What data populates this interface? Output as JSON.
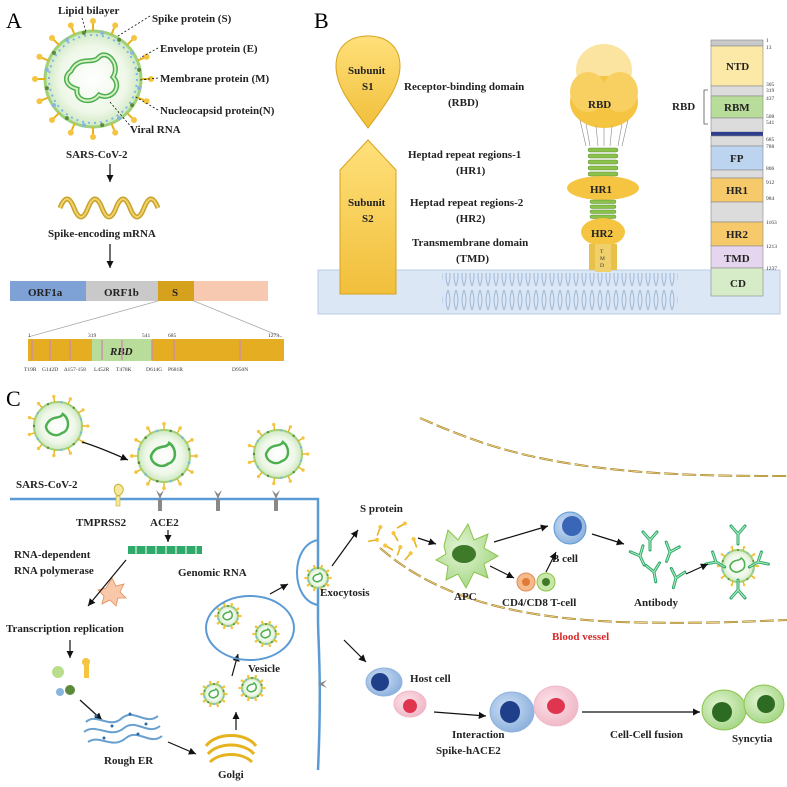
{
  "panel_a": {
    "label": "A",
    "virus_labels": [
      "Lipid bilayer",
      "Spike protein (S)",
      "Envelope protein (E)",
      "Membrane protein (M)",
      "Nucleocapsid protein(N)",
      "Viral RNA"
    ],
    "virus_name": "SARS-CoV-2",
    "mrna_label": "Spike-encoding mRNA",
    "genome_segments": [
      "ORF1a",
      "ORF1b",
      "S"
    ],
    "s_positions": [
      "1",
      "319",
      "541",
      "685",
      "1273"
    ],
    "rbd_label": "RBD",
    "mutations": [
      "T19R",
      "G142D",
      "Δ157-158",
      "L452R",
      "T478K",
      "D614G",
      "P681R",
      "D950N"
    ]
  },
  "panel_b": {
    "label": "B",
    "subunit_s1": [
      "Subunit",
      "S1"
    ],
    "subunit_s2": [
      "Subunit",
      "S2"
    ],
    "domain_labels": [
      [
        "Receptor-binding domain",
        "(RBD)"
      ],
      [
        "Heptad repeat regions-1",
        "(HR1)"
      ],
      [
        "Heptad repeat regions-2",
        "(HR2)"
      ],
      [
        "Transmembrane domain",
        "(TMD)"
      ]
    ],
    "structure_labels": [
      "RBD",
      "HR1",
      "HR2",
      "T",
      "M",
      "D"
    ],
    "bar_domains": [
      "NTD",
      "RBM",
      "FP",
      "HR1",
      "HR2",
      "TMD",
      "CD"
    ],
    "rbd_bracket": "RBD",
    "residue_numbers": [
      "1",
      "13",
      "305",
      "319",
      "437",
      "508",
      "541",
      "685",
      "788",
      "806",
      "912",
      "984",
      "1163",
      "1213",
      "1237"
    ]
  },
  "panel_c": {
    "label": "C",
    "labels": {
      "virus": "SARS-CoV-2",
      "tmprss2": "TMPRSS2",
      "ace2": "ACE2",
      "rdrp": [
        "RNA-dependent",
        "RNA polymerase"
      ],
      "genomic_rna": "Genomic RNA",
      "transcription": "Transcription replication",
      "rough_er": "Rough ER",
      "golgi": "Golgi",
      "vesicle": "Vesicle",
      "exocytosis": "Exocytosis",
      "s_protein": "S protein",
      "apc": "APC",
      "b_cell": "B cell",
      "t_cell": "CD4/CD8 T-cell",
      "antibody": "Antibody",
      "blood_vessel": "Blood vessel",
      "host_cell": "Host cell",
      "interaction": [
        "Interaction",
        "Spike-hACE2"
      ],
      "fusion": "Cell-Cell fusion",
      "syncytia": "Syncytia"
    }
  },
  "colors": {
    "gold": "#f5c542",
    "gold_dark": "#d4a017",
    "green": "#8bc34a",
    "membrane": "#5b9bd5",
    "blood_vessel_text": "#d62728"
  }
}
